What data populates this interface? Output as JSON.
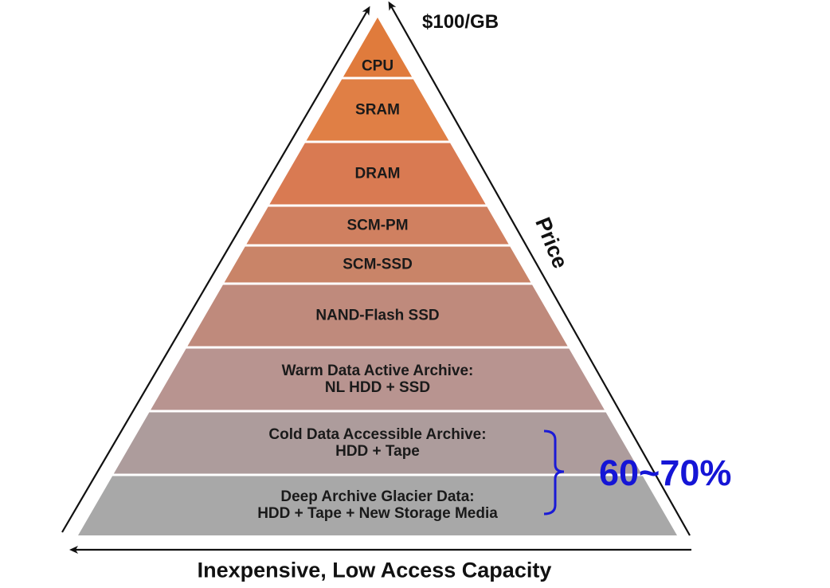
{
  "price_label_top": "$100/GB",
  "price_axis_label": "Price",
  "capacity_axis_label": "Inexpensive, Low Access Capacity",
  "bracket_label": "60~70%",
  "tiers": [
    {
      "lines": [
        "CPU"
      ],
      "color": "#e07b3c"
    },
    {
      "lines": [
        "SRAM"
      ],
      "color": "#e07f45"
    },
    {
      "lines": [
        "DRAM"
      ],
      "color": "#d97a52"
    },
    {
      "lines": [
        "SCM-PM"
      ],
      "color": "#d08060"
    },
    {
      "lines": [
        "SCM-SSD"
      ],
      "color": "#c98468"
    },
    {
      "lines": [
        "NAND-Flash SSD"
      ],
      "color": "#bf8a7c"
    },
    {
      "lines": [
        "Warm Data Active Archive:",
        "NL HDD + SSD"
      ],
      "color": "#b89490"
    },
    {
      "lines": [
        "Cold Data Accessible Archive:",
        "HDD + Tape"
      ],
      "color": "#ad9c9c"
    },
    {
      "lines": [
        "Deep Archive Glacier Data:",
        "HDD + Tape + New Storage Media"
      ],
      "color": "#a8a8a8"
    }
  ],
  "colors": {
    "arrow": "#111111",
    "bracket": "#1a1ad6",
    "separator": "#ffffff"
  }
}
